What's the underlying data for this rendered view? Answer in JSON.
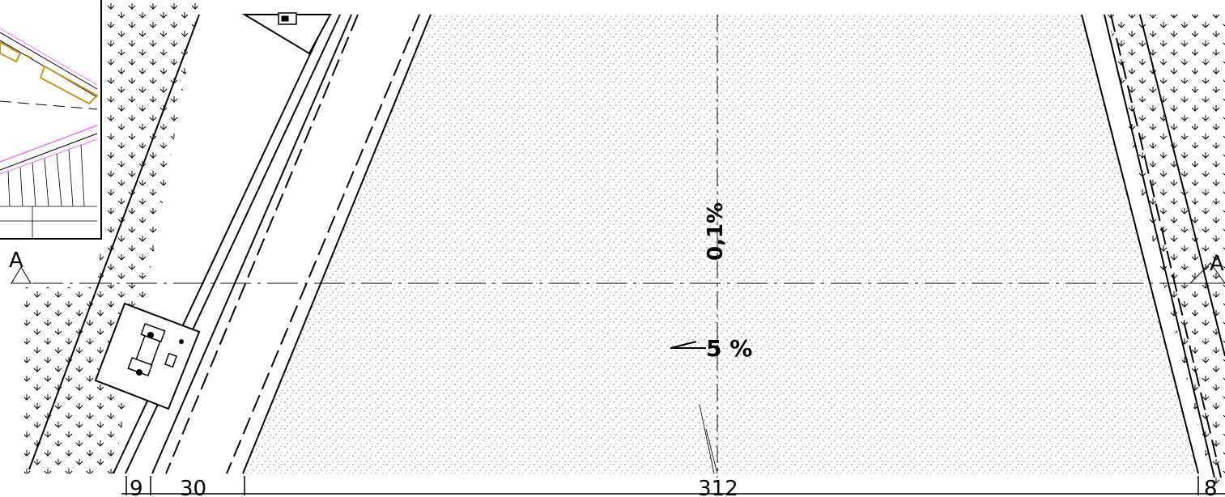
{
  "drawing": {
    "section_marker_left": "A",
    "section_marker_right": "A",
    "slope_cross": "0,1%",
    "slope_main": "5 %",
    "dimensions": [
      "9",
      "30",
      "312",
      "8"
    ]
  },
  "colors": {
    "line": "#000000",
    "inset_orange": "#c8961e",
    "inset_pink": "#e77ce7",
    "background": "#ffffff"
  },
  "symbols": {
    "vegetation": "grass-arrow-symbol",
    "fill": "dotted-gravel-hatch"
  }
}
